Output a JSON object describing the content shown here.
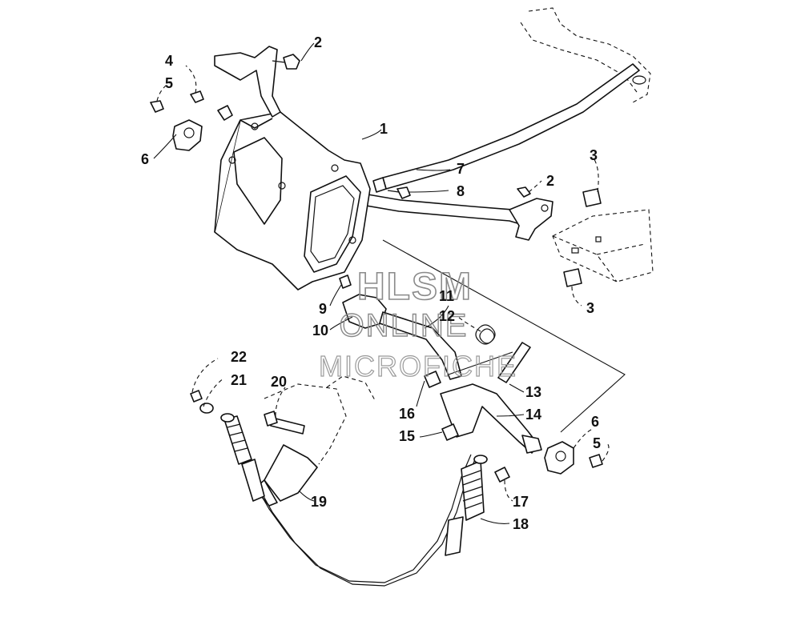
{
  "watermark": {
    "line1": "HLSM",
    "line2": "ONLINE",
    "line3": "MICROFICHE"
  },
  "callouts": [
    {
      "id": "c1",
      "label": "1"
    },
    {
      "id": "c2a",
      "label": "2"
    },
    {
      "id": "c2b",
      "label": "2"
    },
    {
      "id": "c3a",
      "label": "3"
    },
    {
      "id": "c3b",
      "label": "3"
    },
    {
      "id": "c4",
      "label": "4"
    },
    {
      "id": "c5a",
      "label": "5"
    },
    {
      "id": "c5b",
      "label": "5"
    },
    {
      "id": "c6a",
      "label": "6"
    },
    {
      "id": "c6b",
      "label": "6"
    },
    {
      "id": "c7",
      "label": "7"
    },
    {
      "id": "c8",
      "label": "8"
    },
    {
      "id": "c9",
      "label": "9"
    },
    {
      "id": "c10",
      "label": "10"
    },
    {
      "id": "c11",
      "label": "11"
    },
    {
      "id": "c12",
      "label": "12"
    },
    {
      "id": "c13",
      "label": "13"
    },
    {
      "id": "c14",
      "label": "14"
    },
    {
      "id": "c15",
      "label": "15"
    },
    {
      "id": "c16",
      "label": "16"
    },
    {
      "id": "c17",
      "label": "17"
    },
    {
      "id": "c18",
      "label": "18"
    },
    {
      "id": "c19",
      "label": "19"
    },
    {
      "id": "c20",
      "label": "20"
    },
    {
      "id": "c21",
      "label": "21"
    },
    {
      "id": "c22",
      "label": "22"
    }
  ]
}
